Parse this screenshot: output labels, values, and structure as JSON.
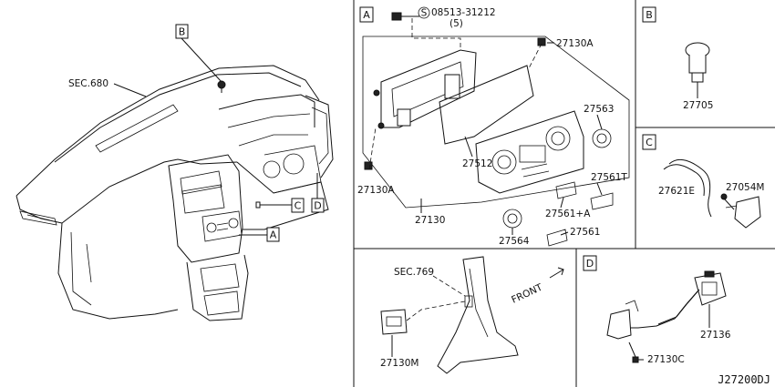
{
  "diagram": {
    "drawing_code": "J27200DJ",
    "panels": {
      "A": {
        "letter": "A"
      },
      "B": {
        "letter": "B"
      },
      "C": {
        "letter": "C"
      },
      "D": {
        "letter": "D"
      }
    },
    "overview": {
      "sec_ref": "SEC.680",
      "callouts": [
        "A",
        "B",
        "C",
        "D"
      ]
    },
    "panel_A_parts": {
      "screw_code": "08513-31212",
      "screw_qty": "(5)",
      "screw_prefix": "S",
      "p1": "27130A",
      "p2": "27130A",
      "p3": "27512",
      "p4": "27563",
      "p5": "27561T",
      "p6": "27561+A",
      "p7": "27561",
      "p8": "27564",
      "p9": "27130"
    },
    "panel_B_parts": {
      "p1": "27705"
    },
    "panel_C_parts": {
      "p1": "27621E",
      "p2": "27054M"
    },
    "panel_lower_parts": {
      "sec_ref": "SEC.769",
      "front": "FRONT",
      "p1": "27130M"
    },
    "panel_D_parts": {
      "p1": "27136",
      "p2": "27130C"
    }
  }
}
